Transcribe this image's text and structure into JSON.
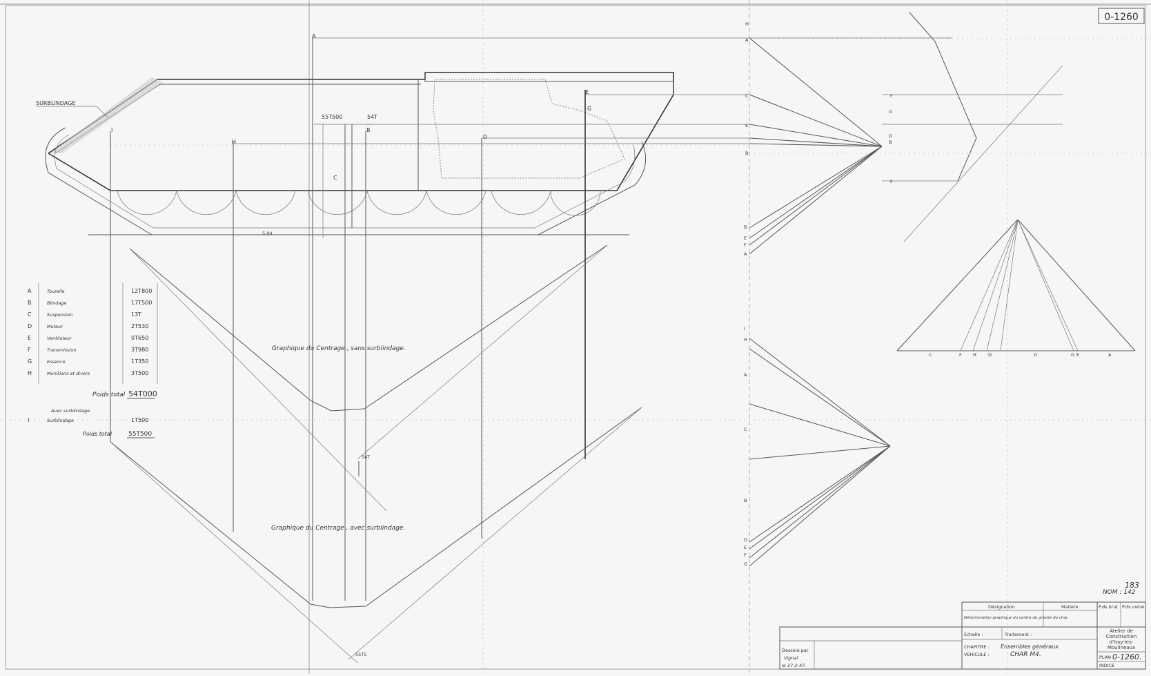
{
  "drawing": {
    "number_box": "0-1260",
    "hull_labels": {
      "surblindage": "SURBLINDAGE",
      "v1": "55T500",
      "v2": "54T",
      "length": "5.04"
    },
    "legend": {
      "rows": [
        {
          "key": "A",
          "name": "Tourelle",
          "value": "12T800"
        },
        {
          "key": "B",
          "name": "Blindage",
          "value": "17T500"
        },
        {
          "key": "C",
          "name": "Suspension",
          "value": "13T"
        },
        {
          "key": "D",
          "name": "Moteur",
          "value": "2T530"
        },
        {
          "key": "E",
          "name": "Ventilateur",
          "value": "0T650"
        },
        {
          "key": "F",
          "name": "Transmission",
          "value": "3T980"
        },
        {
          "key": "G",
          "name": "Essence",
          "value": "1T350"
        },
        {
          "key": "H",
          "name": "Munitions et divers",
          "value": "3T500"
        }
      ],
      "total_label": "Poids total",
      "total_value": "54T000",
      "avec_label": "Avec surblindage",
      "surblindage_key": "I",
      "surblindage_name": "Surblindage",
      "surblindage_value": "1T500",
      "total2_label": "Poids total",
      "total2_value": "55T500"
    },
    "graph1_title": "Graphique du Centrage , sans surblindage.",
    "graph2_title": "Graphique du Centrage , avec surblindage.",
    "g1_point": "54T",
    "g2_point": "55T5",
    "funicular_letters_top": [
      "H",
      "A",
      "C",
      "F",
      "E",
      "G",
      "B",
      "D",
      "B",
      "F"
    ],
    "funicular_letters_left1": [
      "B",
      "E",
      "F",
      "A"
    ],
    "funicular_letters_left2": [
      "I",
      "H",
      "A",
      "C",
      "B",
      "D",
      "E",
      "F",
      "G"
    ],
    "triangle_letters": [
      "C",
      "F",
      "H",
      "D",
      "D",
      "G",
      "E",
      "A"
    ],
    "nom": "183",
    "nom_label": "NOM : 142",
    "title_block": {
      "designation_label": "Désignation",
      "matiere_label": "Matière",
      "brut_label": "P.ds brut",
      "usine_label": "P.ds usiné",
      "designation_value": "Détermination graphique du centre de gravité du char.",
      "echelle_label": "Echelle :",
      "traitement_label": "Traitement :",
      "chapitre_label": "CHAPITRE :",
      "chapitre_value": "Ensembles généraux",
      "vehicule_label": "VEHICULE :",
      "vehicule_value": "CHAR M4.",
      "atelier": "Atelier de Construction d'Issy-les-Moulineaux",
      "plan_label": "PLAN",
      "plan_value": "0-1260.",
      "indice_label": "INDICE",
      "dessine_label": "Dessiné par",
      "dessine_name": "Vignal",
      "dessine_date": "le 27-2-47."
    }
  }
}
